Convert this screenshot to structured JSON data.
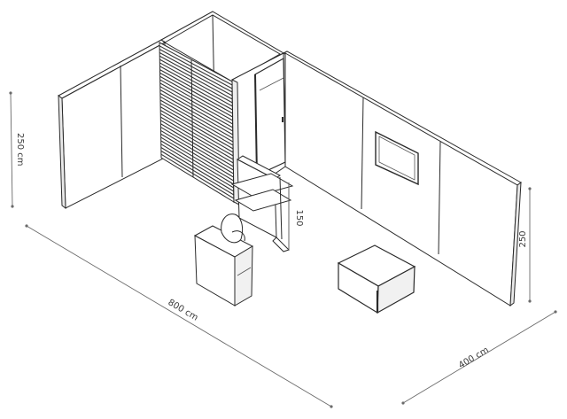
{
  "dimensions": {
    "left_height": "250 cm",
    "right_height": "250",
    "length": "800 cm",
    "width": "400 cm",
    "counter_height": "150"
  },
  "colors": {
    "line": "#2a2a2a",
    "wall_fill": "#ffffff",
    "wall_shade": "#f3f3f3",
    "dim_line": "#6a6a6a",
    "slat": "#333333",
    "screen": "#cfcfcf"
  }
}
